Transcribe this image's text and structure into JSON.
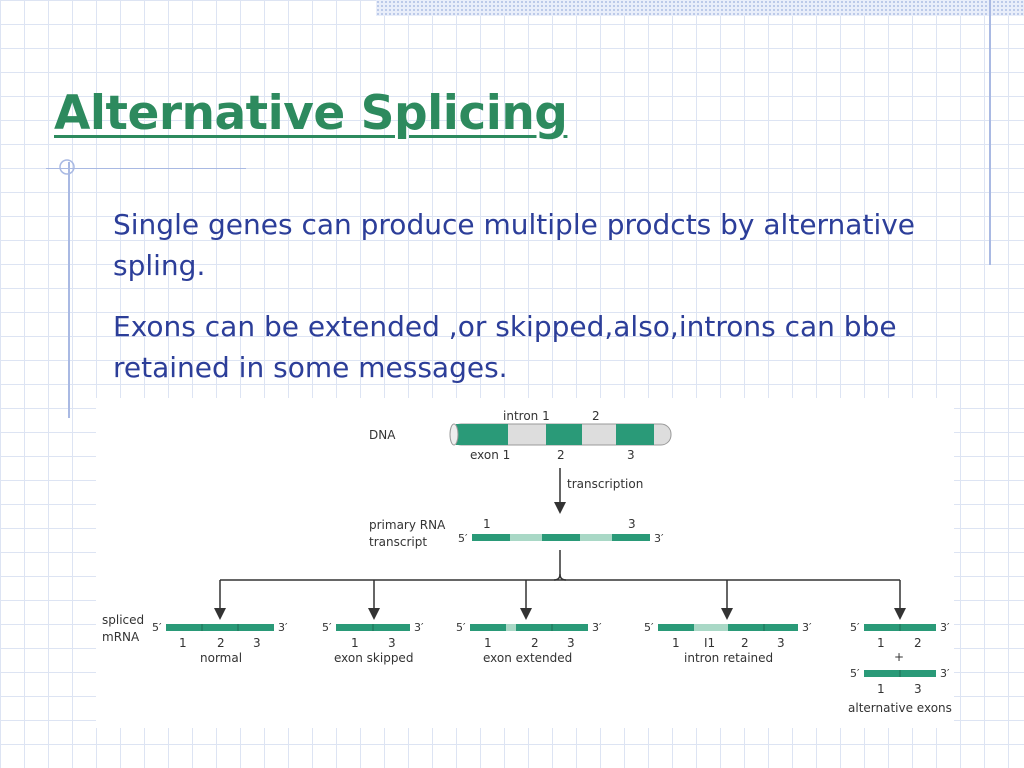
{
  "slide": {
    "title": "Alternative Splicing",
    "bullets": [
      "Single genes can produce multiple prodcts by alternative spling.",
      "Exons can be extended ,or skipped,also,introns can bbe retained in some messages."
    ]
  },
  "figure": {
    "colors": {
      "exon": "#2a9a78",
      "intron_light": "#a9d8c6",
      "dna_gray": "#d9d9d9",
      "arrow": "#333333"
    },
    "dna_label": "DNA",
    "intron_labels": [
      "intron 1",
      "2"
    ],
    "exon_labels": [
      "exon 1",
      "2",
      "3"
    ],
    "transcription_label": "transcription",
    "primary_label": "primary RNA",
    "primary_label2": "transcript",
    "primary_exon_labels": [
      "1",
      "3"
    ],
    "five_prime": "5′",
    "three_prime": "3′",
    "spliced_label": "spliced",
    "spliced_label2": "mRNA",
    "plus": "+",
    "variants": {
      "normal": {
        "numbers": [
          "1",
          "2",
          "3"
        ],
        "caption": "normal"
      },
      "skipped": {
        "numbers": [
          "1",
          "3"
        ],
        "caption": "exon skipped"
      },
      "extended": {
        "numbers": [
          "1",
          "2",
          "3"
        ],
        "caption": "exon extended"
      },
      "retained": {
        "numbers": [
          "1",
          "I1",
          "2",
          "3"
        ],
        "caption": "intron retained"
      },
      "alternative": {
        "numbers_top": [
          "1",
          "2"
        ],
        "numbers_bottom": [
          "1",
          "3"
        ],
        "caption": "alternative exons"
      }
    }
  }
}
